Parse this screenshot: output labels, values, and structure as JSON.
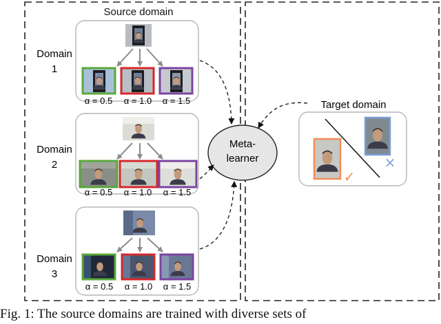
{
  "figure": {
    "source_title": "Source domain",
    "target_title": "Target domain",
    "meta_learner_label": "Meta-\nlearner",
    "domains": [
      {
        "label": "Domain\n1",
        "alphas": [
          "α = 0.5",
          "α = 1.0",
          "α = 1.5"
        ]
      },
      {
        "label": "Domain\n2",
        "alphas": [
          "α = 0.5",
          "α = 1.0",
          "α = 1.5"
        ]
      },
      {
        "label": "Domain\n3",
        "alphas": [
          "α = 0.5",
          "α = 1.0",
          "α = 1.5"
        ]
      }
    ],
    "alpha_colors": [
      "#5aa83c",
      "#d6282c",
      "#7a45a0"
    ],
    "target_marks": {
      "accept": "✓",
      "reject": "×"
    },
    "target_colors": {
      "accept": "#f08c5a",
      "reject": "#7d9ed6"
    },
    "caption": "Fig. 1: The source domains are trained with diverse sets of"
  }
}
